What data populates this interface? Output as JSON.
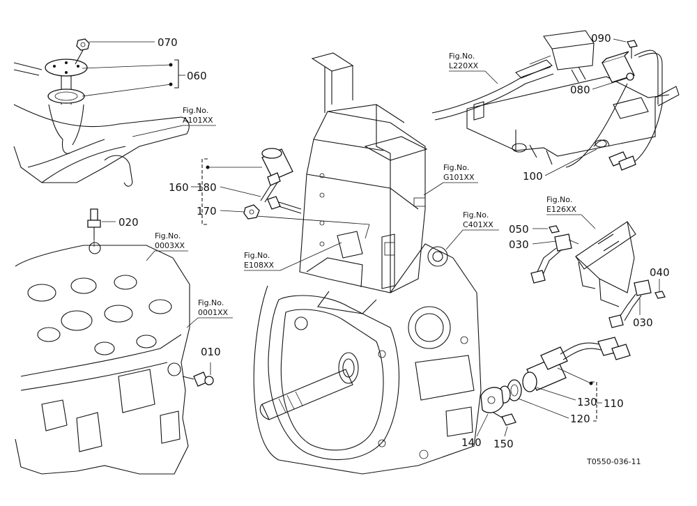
{
  "drawing_id": "T0550-036-11",
  "part_numbers": {
    "p010": "010",
    "p020": "020",
    "p030a": "030",
    "p030b": "030",
    "p040": "040",
    "p050": "050",
    "p060": "060",
    "p070": "070",
    "p080": "080",
    "p090": "090",
    "p100": "100",
    "p110": "110",
    "p120": "120",
    "p130": "130",
    "p140": "140",
    "p150": "150",
    "p160": "160",
    "p170": "170",
    "p180": "180"
  },
  "figure_refs": {
    "a101": {
      "label": "Fig.No.",
      "code": "A101XX"
    },
    "f0003": {
      "label": "Fig.No.",
      "code": "0003XX"
    },
    "f0001": {
      "label": "Fig.No.",
      "code": "0001XX"
    },
    "e108": {
      "label": "Fig.No.",
      "code": "E108XX"
    },
    "g101": {
      "label": "Fig.No.",
      "code": "G101XX"
    },
    "c401": {
      "label": "Fig.No.",
      "code": "C401XX"
    },
    "l220": {
      "label": "Fig.No.",
      "code": "L220XX"
    },
    "e126": {
      "label": "Fig.No.",
      "code": "E126XX"
    }
  }
}
